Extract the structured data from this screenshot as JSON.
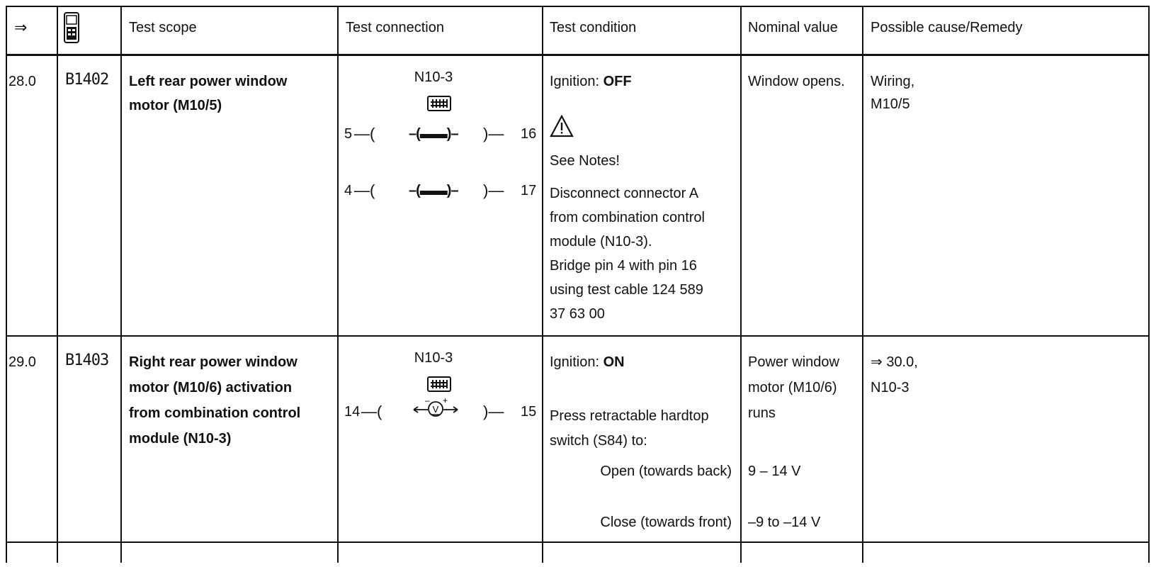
{
  "header": {
    "arrow_col": "⇒",
    "tester_icon": "handheld-tester-icon",
    "test_scope": "Test scope",
    "test_connection": "Test connection",
    "test_condition": "Test condition",
    "nominal_value": "Nominal value",
    "possible_cause": "Possible cause/Remedy"
  },
  "rows": [
    {
      "step": "28.0",
      "code": "B1402",
      "scope": [
        "Left rear power window",
        "motor (M10/5)"
      ],
      "connection": {
        "module": "N10-3",
        "pins_left": [
          "5",
          "4"
        ],
        "pins_right": [
          "16",
          "17"
        ]
      },
      "condition": {
        "ignition_label": "Ignition: ",
        "ignition_state": "OFF",
        "warning_icon": "warning-triangle-icon",
        "lines": [
          "See Notes!",
          "Disconnect connector A",
          "from combination control",
          "module (N10-3).",
          "Bridge pin 4 with pin 16",
          "using test cable 124 589",
          "37 63 00"
        ]
      },
      "nominal": "Window opens.",
      "cause": [
        "Wiring,",
        "M10/5"
      ]
    },
    {
      "step": "29.0",
      "code": "B1403",
      "scope": [
        "Right rear power window",
        "motor (M10/6) activation",
        "from combination control",
        "module (N10-3)"
      ],
      "connection": {
        "module": "N10-3",
        "pin_left": "14",
        "pin_right": "15",
        "meter_icon": "voltmeter-icon"
      },
      "condition": {
        "ignition_label": "Ignition: ",
        "ignition_state": "ON",
        "lines": [
          "Press retractable hardtop",
          "switch (S84) to:"
        ],
        "open_label": "Open (towards back)",
        "close_label": "Close (towards front)"
      },
      "nominal": [
        "Power window",
        "motor (M10/6)",
        "runs"
      ],
      "nominal_open": "9 – 14 V",
      "nominal_close": "–9 to –14 V",
      "cause": [
        "⇒ 30.0,",
        "N10-3"
      ]
    }
  ]
}
